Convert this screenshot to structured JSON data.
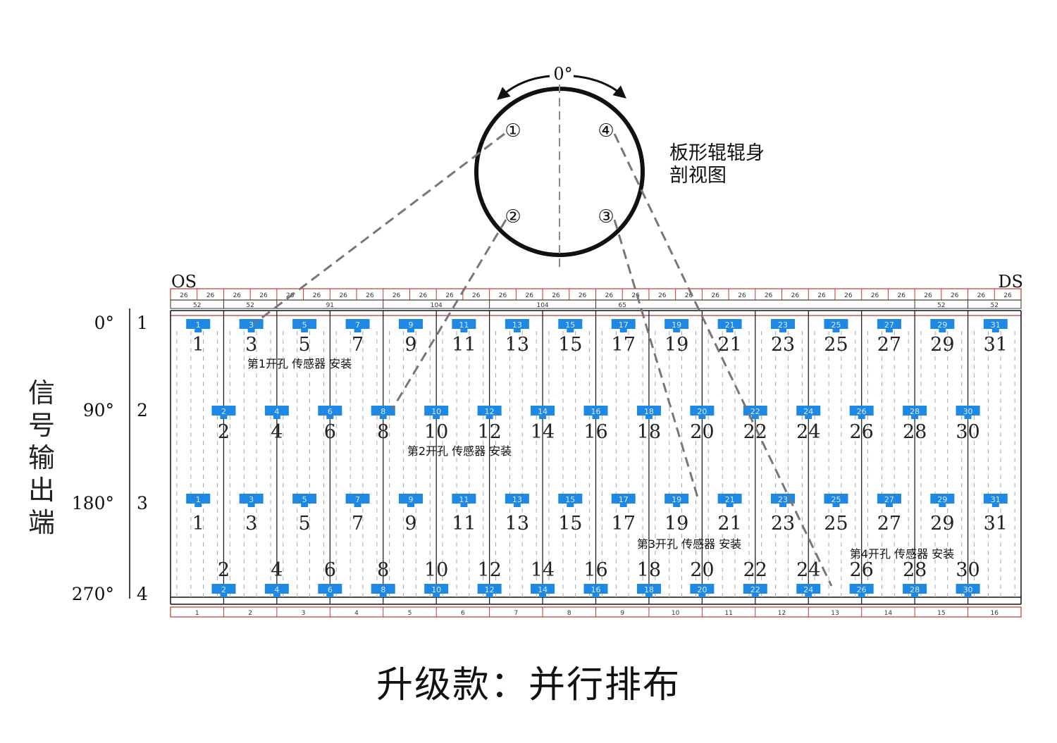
{
  "rotation_label": "0°",
  "cross_section_label_line1": "板形辊辊身",
  "cross_section_label_line2": "剖视图",
  "hole_markers": [
    "①",
    "②",
    "③",
    "④"
  ],
  "os_label": "OS",
  "ds_label": "DS",
  "signal_label": "信号输出端",
  "row_angles": [
    "0°",
    "90°",
    "180°",
    "270°"
  ],
  "row_numbers": [
    "1",
    "2",
    "3",
    "4"
  ],
  "top_dims": [
    "26",
    "26",
    "26",
    "26",
    "26",
    "26",
    "26",
    "26",
    "26",
    "26",
    "26",
    "26",
    "26",
    "26",
    "26",
    "26",
    "26",
    "26",
    "26",
    "26",
    "26",
    "26",
    "26",
    "26",
    "26",
    "26",
    "26",
    "26",
    "26",
    "26",
    "26",
    "26"
  ],
  "second_dims": [
    "52",
    "52",
    "91",
    "104",
    "104",
    "65",
    "52",
    "52"
  ],
  "bottom_segments": [
    "1",
    "2",
    "3",
    "4",
    "5",
    "6",
    "7",
    "8",
    "9",
    "10",
    "11",
    "12",
    "13",
    "14",
    "15",
    "16"
  ],
  "odd_sensors": [
    "1",
    "3",
    "5",
    "7",
    "9",
    "11",
    "13",
    "15",
    "17",
    "19",
    "21",
    "23",
    "25",
    "27",
    "29",
    "31"
  ],
  "even_sensors": [
    "2",
    "4",
    "6",
    "8",
    "10",
    "12",
    "14",
    "16",
    "18",
    "20",
    "22",
    "24",
    "26",
    "28",
    "30"
  ],
  "install_labels": [
    "第1开孔 传感器 安装",
    "第2开孔 传感器 安装",
    "第3开孔 传感器 安装",
    "第4开孔 传感器 安装"
  ],
  "title": "升级款：并行排布",
  "colors": {
    "sensor": "#1e88e5",
    "frame_red": "#c0392b",
    "line": "#111111",
    "dash": "#888888"
  }
}
